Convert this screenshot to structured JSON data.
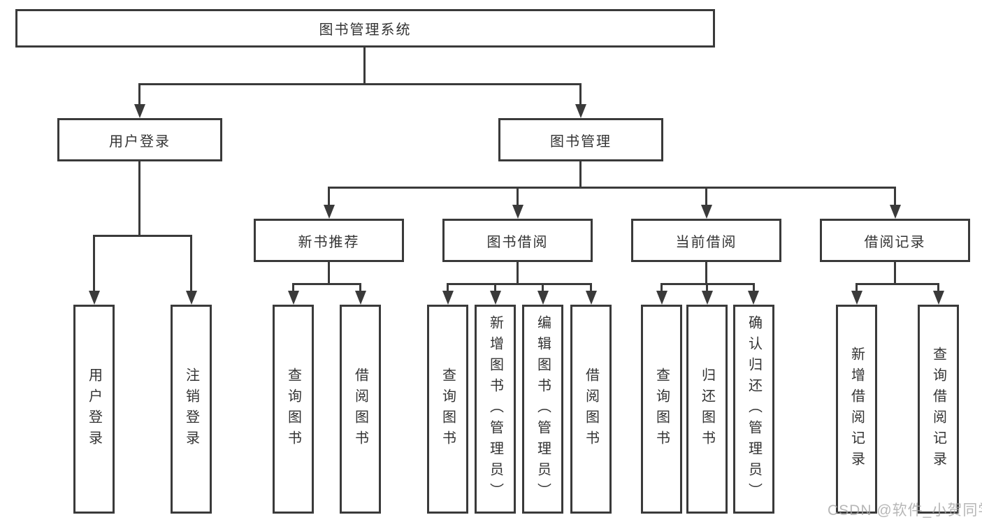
{
  "colors": {
    "line": "#3a3a3a",
    "text": "#333333",
    "background": "#ffffff",
    "watermark": "#a5a5a5"
  },
  "tree": {
    "root": {
      "label": "图书管理系统",
      "children": [
        {
          "label": "用户登录",
          "children": [
            {
              "label": "用户登录"
            },
            {
              "label": "注销登录"
            }
          ]
        },
        {
          "label": "图书管理",
          "children": [
            {
              "label": "新书推荐",
              "children": [
                {
                  "label": "查询图书"
                },
                {
                  "label": "借阅图书"
                }
              ]
            },
            {
              "label": "图书借阅",
              "children": [
                {
                  "label": "查询图书"
                },
                {
                  "label": "新增图书（管理员）"
                },
                {
                  "label": "编辑图书（管理员）"
                },
                {
                  "label": "借阅图书"
                }
              ]
            },
            {
              "label": "当前借阅",
              "children": [
                {
                  "label": "查询图书"
                },
                {
                  "label": "归还图书"
                },
                {
                  "label": "确认归还（管理员）"
                }
              ]
            },
            {
              "label": "借阅记录",
              "children": [
                {
                  "label": "新增借阅记录"
                },
                {
                  "label": "查询借阅记录"
                }
              ]
            }
          ]
        }
      ]
    }
  },
  "watermark": {
    "text": "CSDN @软件_小贺同学"
  }
}
